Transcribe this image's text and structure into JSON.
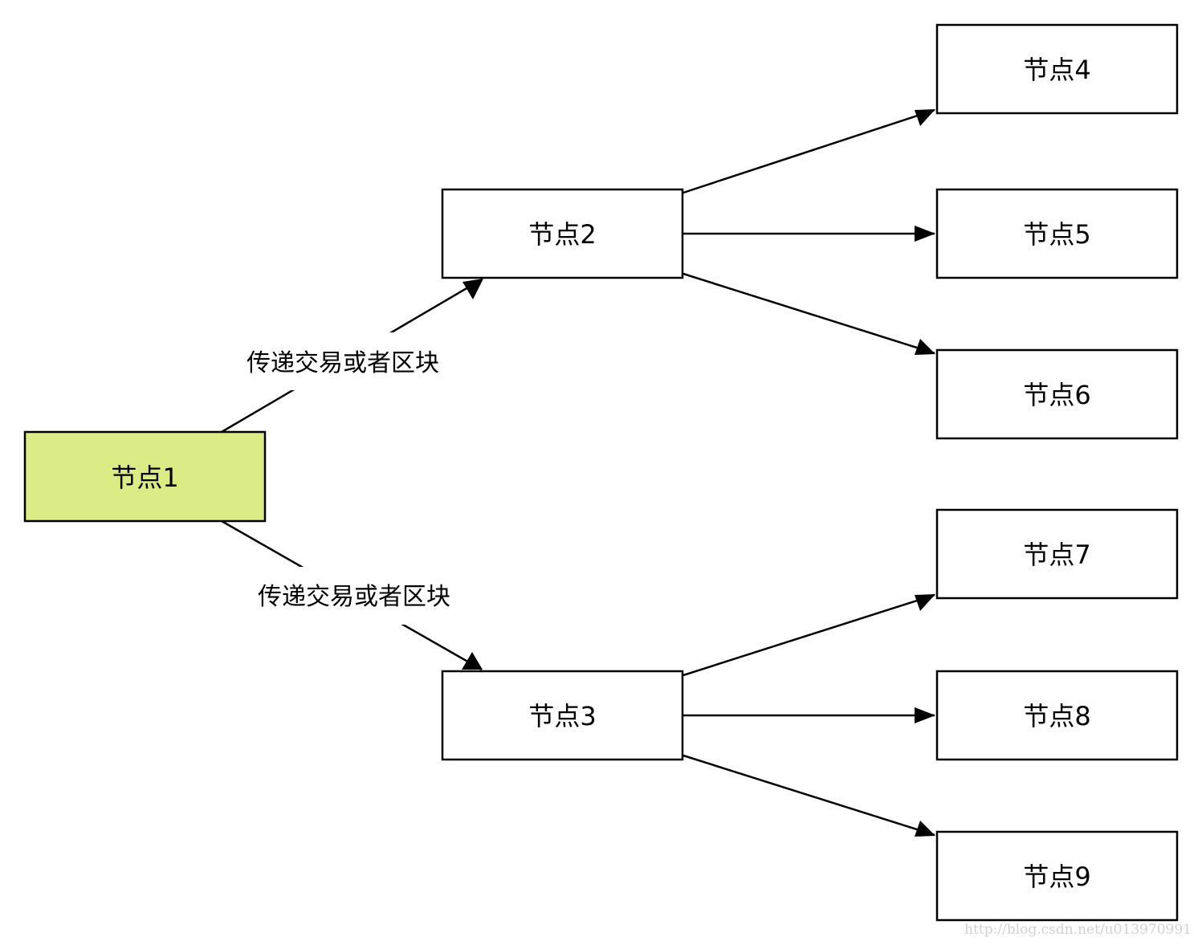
{
  "colors": {
    "highlight_fill": "#dbeb86",
    "default_fill": "#ffffff",
    "stroke": "#000000"
  },
  "nodes": [
    {
      "id": "n1",
      "label": "节点1",
      "highlighted": true
    },
    {
      "id": "n2",
      "label": "节点2"
    },
    {
      "id": "n3",
      "label": "节点3"
    },
    {
      "id": "n4",
      "label": "节点4"
    },
    {
      "id": "n5",
      "label": "节点5"
    },
    {
      "id": "n6",
      "label": "节点6"
    },
    {
      "id": "n7",
      "label": "节点7"
    },
    {
      "id": "n8",
      "label": "节点8"
    },
    {
      "id": "n9",
      "label": "节点9"
    }
  ],
  "edges": [
    {
      "from": "n1",
      "to": "n2",
      "label": "传递交易或者区块"
    },
    {
      "from": "n1",
      "to": "n3",
      "label": "传递交易或者区块"
    },
    {
      "from": "n2",
      "to": "n4"
    },
    {
      "from": "n2",
      "to": "n5"
    },
    {
      "from": "n2",
      "to": "n6"
    },
    {
      "from": "n3",
      "to": "n7"
    },
    {
      "from": "n3",
      "to": "n8"
    },
    {
      "from": "n3",
      "to": "n9"
    }
  ],
  "watermark": "http://blog.csdn.net/u013970991"
}
